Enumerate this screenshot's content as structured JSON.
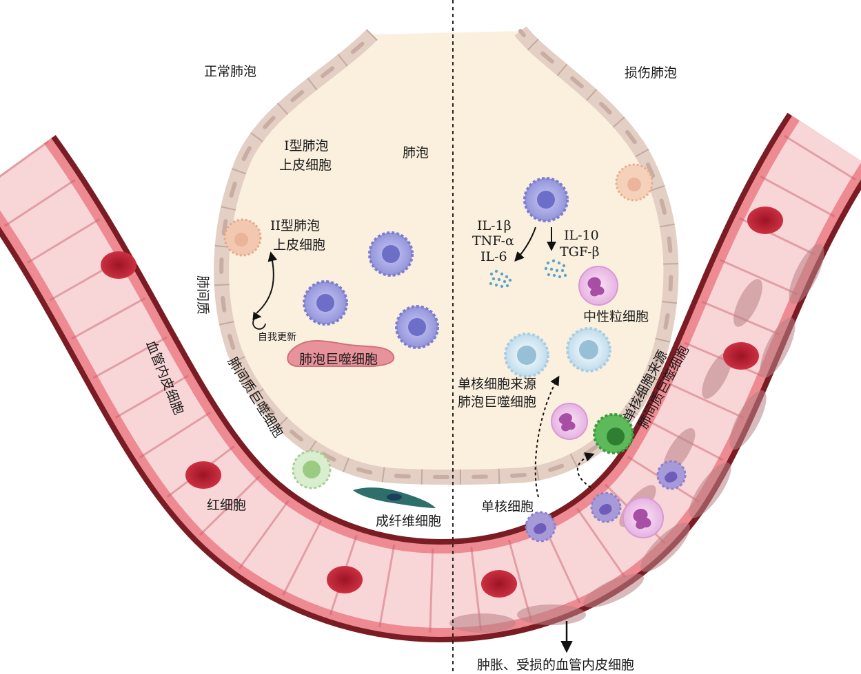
{
  "labels": {
    "normal_alveolus": "正常肺泡",
    "injured_alveolus": "损伤肺泡",
    "alveolus": "肺泡",
    "type1_line1": "I型肺泡",
    "type1_line2": "上皮细胞",
    "type2_line1": "II型肺泡",
    "type2_line2": "上皮细胞",
    "interstitium": "肺间质",
    "self_renewal": "自我更新",
    "alveolar_macrophage": "肺泡巨噬细胞",
    "endothelial_cell": "血管内皮细胞",
    "interstitial_macrophage": "肺间质巨噬细胞",
    "red_blood_cell": "红细胞",
    "fibroblast": "成纤维细胞",
    "pro_cytokine_1": "IL-1β",
    "pro_cytokine_2": "TNF-α",
    "pro_cytokine_3": "IL-6",
    "anti_cytokine_1": "IL-10",
    "anti_cytokine_2": "TGF-β",
    "neutrophil": "中性粒细胞",
    "mono_am_line1": "单核细胞来源",
    "mono_am_line2": "肺泡巨噬细胞",
    "mono_im_line1": "单核细胞来源",
    "mono_im_line2": "肺间质巨噬细胞",
    "monocyte": "单核细胞",
    "damaged_endothelium": "肿胀、受损的血管内皮细胞"
  },
  "colors": {
    "vessel_wall": "#7a1c24",
    "vessel_lumen": "#f7d3d4",
    "endothelium": "#ee8a92",
    "damaged_endothelium": "#c4878a",
    "alveolus_fill": "#fbf0de",
    "epithelium": "#e4cfc5",
    "red_cell": "#c5283a",
    "macrophage": "#8e8fd8",
    "monocyte_macrophage": "#bcd9e9",
    "neutrophil": "#e7b4e2",
    "interstitial_macrophage": "#c7e4bd",
    "mono_interstitial_macrophage": "#4caf50",
    "monocyte": "#9d8fd2",
    "fibroblast": "#2e6e6b",
    "type2_cell": "#f2c9b0"
  }
}
